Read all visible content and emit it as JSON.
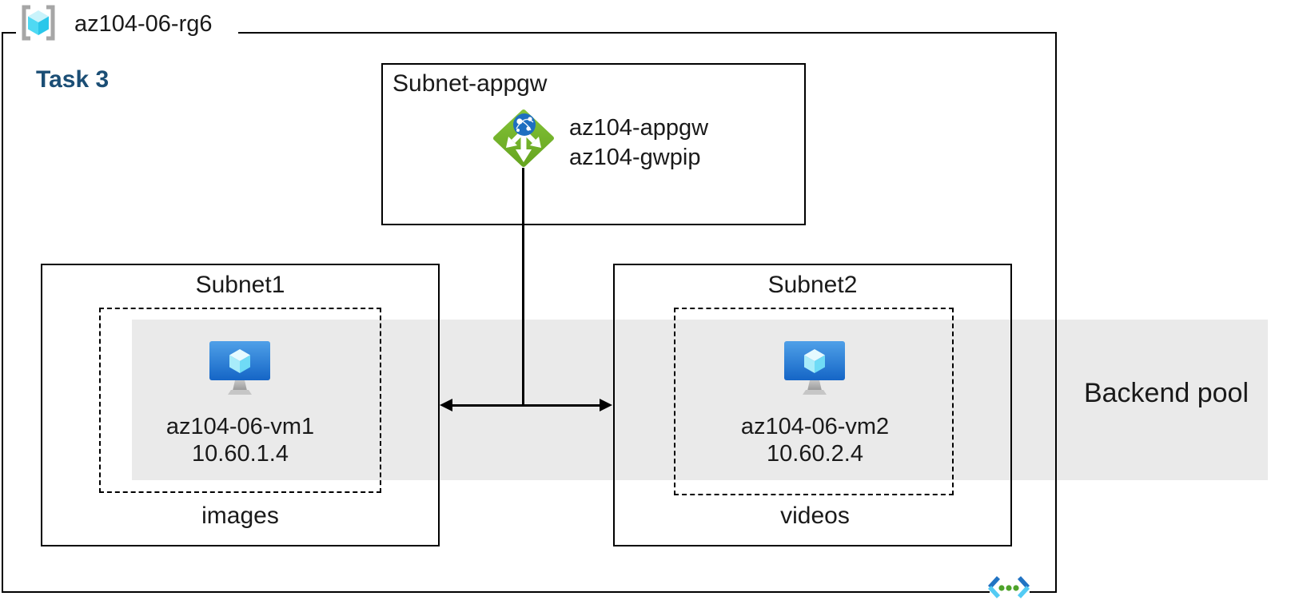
{
  "resource_group": {
    "label": "az104-06-rg6",
    "icon": "resource-group-icon"
  },
  "task": {
    "label": "Task 3"
  },
  "gateway_subnet": {
    "title": "Subnet-appgw",
    "gateway_name": "az104-appgw",
    "public_ip_name": "az104-gwpip",
    "icon": "application-gateway-icon"
  },
  "subnets": [
    {
      "title": "Subnet1",
      "vm_name": "az104-06-vm1",
      "vm_ip": "10.60.1.4",
      "storage_label": "images",
      "icon": "virtual-machine-icon"
    },
    {
      "title": "Subnet2",
      "vm_name": "az104-06-vm2",
      "vm_ip": "10.60.2.4",
      "storage_label": "videos",
      "icon": "virtual-machine-icon"
    }
  ],
  "backend_pool": {
    "label": "Backend pool"
  },
  "virtual_network": {
    "icon": "virtual-network-icon"
  },
  "connectors": {
    "gateway_to_subnets": "t-connector with double-headed arrow between Subnet1 and Subnet2"
  },
  "colors": {
    "line_black": "#000000",
    "text_dark": "#1a1a1a",
    "backend_band_gray": "#EAEAEA",
    "task_label_blue": "#1B4E75",
    "appgw_green_light": "#83C238",
    "appgw_green_dark": "#66A51F",
    "appgw_sphere_blue": "#1E6FC0",
    "vm_screen_blue_top": "#4FA0E8",
    "vm_screen_blue_bottom": "#1565C6",
    "vm_cube_cyan": "#A8ECFA",
    "rg_cube_cyan": "#4FD9F3",
    "rg_bracket_gray": "#A6A6A6",
    "vnet_chevron_blue": "#2173C3",
    "vnet_chevron_cyan": "#53CBF4",
    "vnet_dot_green": "#4EA32B",
    "stand_gray": "#AFAFAF"
  }
}
